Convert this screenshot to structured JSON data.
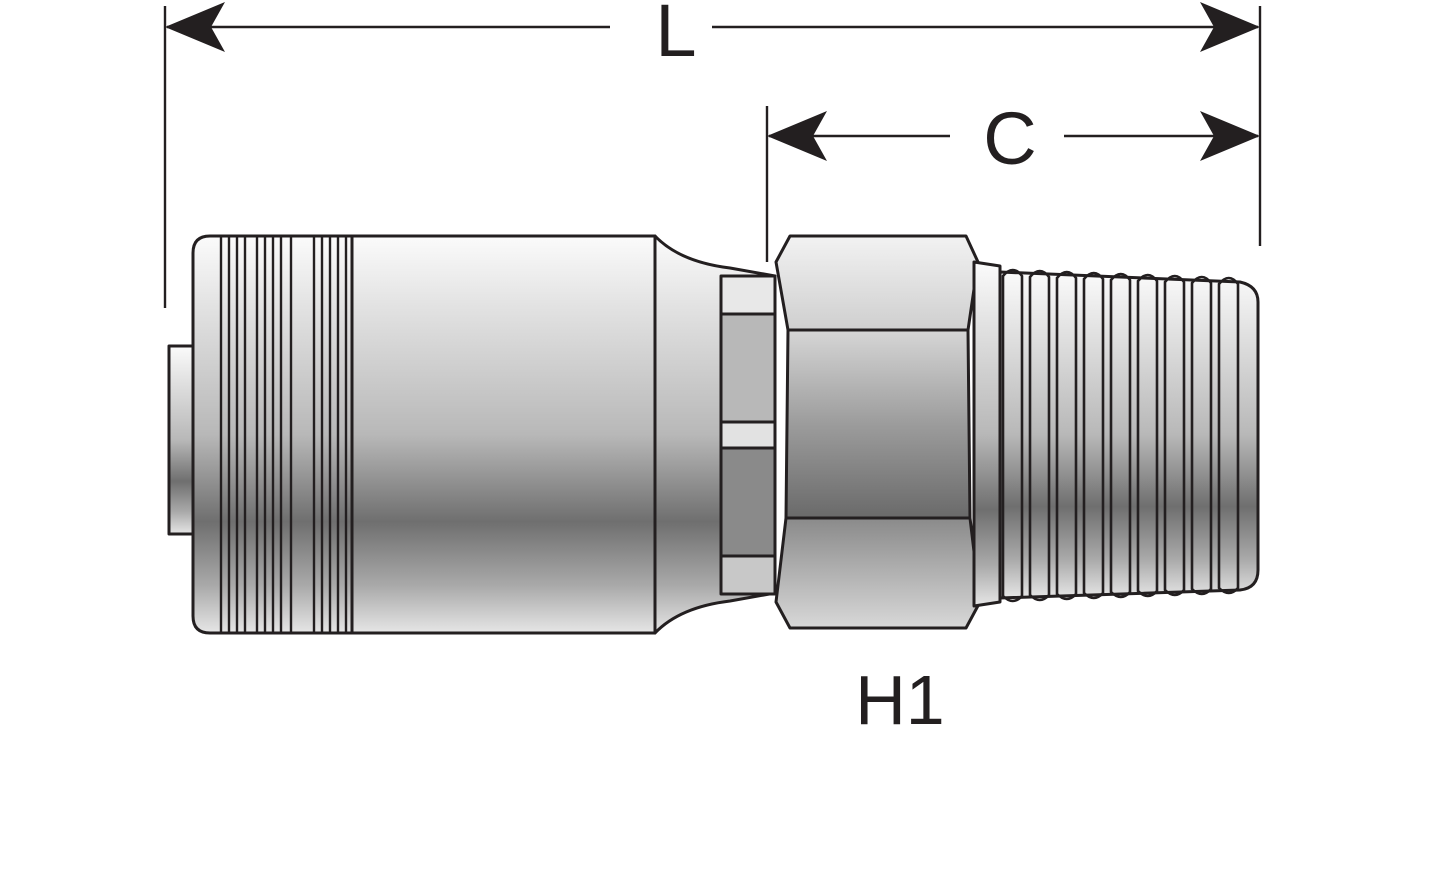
{
  "dimensions": {
    "overall_length": {
      "label": "L"
    },
    "thread_length": {
      "label": "C"
    },
    "hex_size": {
      "label": "H1"
    }
  },
  "colors": {
    "line": "#231f20",
    "metal_light": "#f4f4f4",
    "metal_mid": "#c4c4c4",
    "metal_dark": "#6f6f6f"
  }
}
